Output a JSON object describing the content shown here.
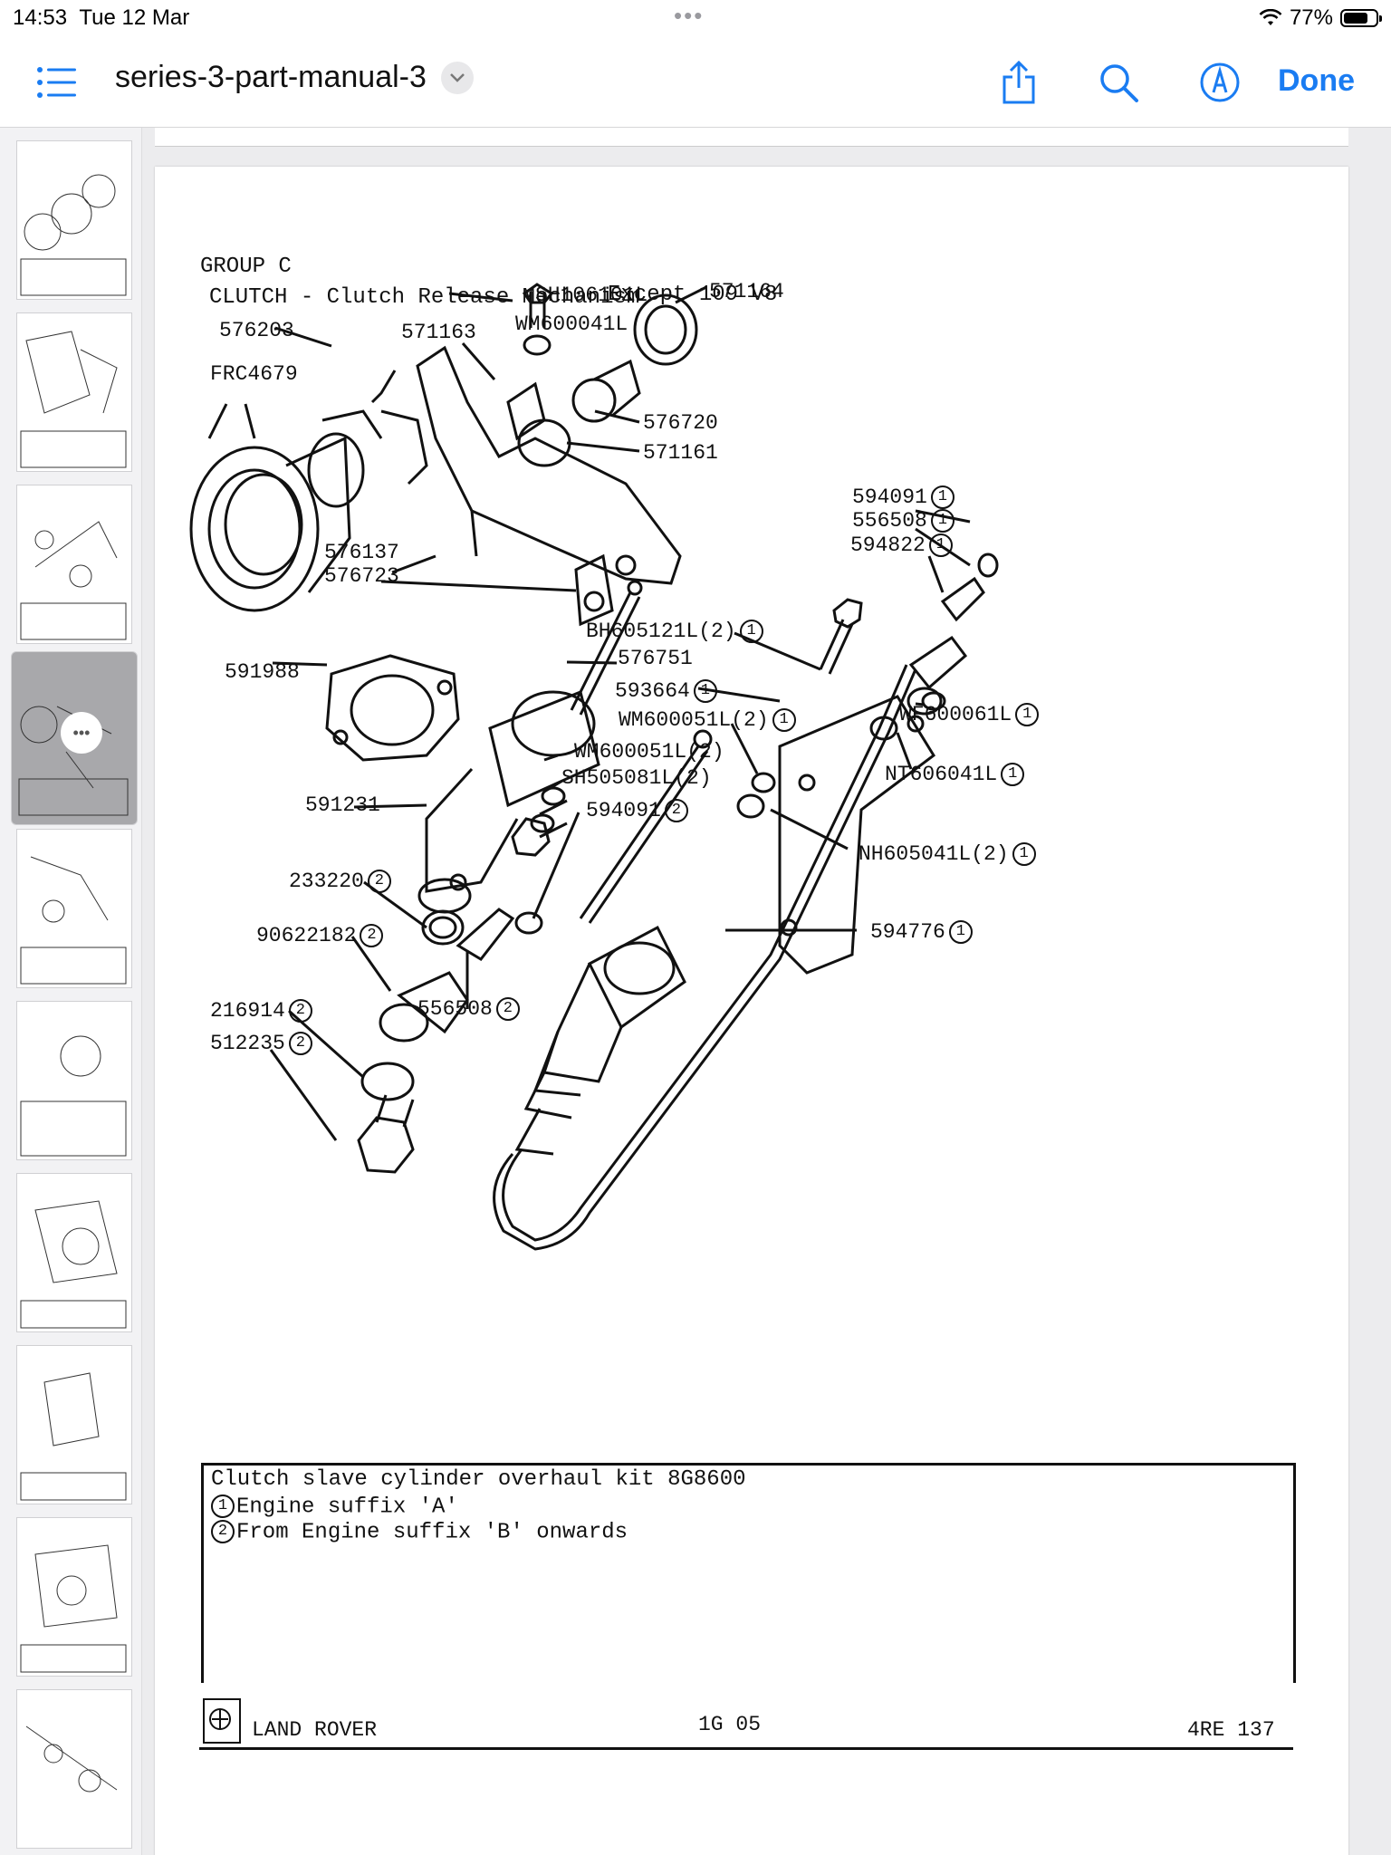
{
  "status_bar": {
    "time": "14:53",
    "date": "Tue 12 Mar",
    "battery_percent": "77%",
    "battery_level": 0.77
  },
  "nav_bar": {
    "document_title": "series-3-part-manual-3",
    "done_label": "Done",
    "icons": [
      "list-icon",
      "chevron-down-icon",
      "share-icon",
      "search-icon",
      "markup-icon"
    ]
  },
  "sidebar": {
    "thumbnail_count": 10,
    "selected_index": 3
  },
  "page": {
    "group": "GROUP C",
    "title": "CLUTCH - Clutch Release Mechanism",
    "subtitle": "Except 109 V8",
    "parts": [
      {
        "number": "SH106101L",
        "mark": ""
      },
      {
        "number": "571164",
        "mark": ""
      },
      {
        "number": "576203",
        "mark": ""
      },
      {
        "number": "571163",
        "mark": ""
      },
      {
        "number": "WM600041L",
        "mark": ""
      },
      {
        "number": "FRC4679",
        "mark": ""
      },
      {
        "number": "576720",
        "mark": ""
      },
      {
        "number": "571161",
        "mark": ""
      },
      {
        "number": "594091",
        "mark": "1"
      },
      {
        "number": "556508",
        "mark": "1"
      },
      {
        "number": "594822",
        "mark": "1"
      },
      {
        "number": "576137",
        "mark": ""
      },
      {
        "number": "576723",
        "mark": ""
      },
      {
        "number": "BH605121L(2)",
        "mark": "1"
      },
      {
        "number": "576751",
        "mark": ""
      },
      {
        "number": "591988",
        "mark": ""
      },
      {
        "number": "593664",
        "mark": "1"
      },
      {
        "number": "WM600051L(2)",
        "mark": "1"
      },
      {
        "number": "WF600061L",
        "mark": "1"
      },
      {
        "number": "WM600051L(2)",
        "mark": ""
      },
      {
        "number": "SH505081L(2)",
        "mark": ""
      },
      {
        "number": "NT606041L",
        "mark": "1"
      },
      {
        "number": "591231",
        "mark": ""
      },
      {
        "number": "594091",
        "mark": "2"
      },
      {
        "number": "NH605041L(2)",
        "mark": "1"
      },
      {
        "number": "233220",
        "mark": "2"
      },
      {
        "number": "594776",
        "mark": "1"
      },
      {
        "number": "90622182",
        "mark": "2"
      },
      {
        "number": "216914",
        "mark": "2"
      },
      {
        "number": "556508",
        "mark": "2"
      },
      {
        "number": "512235",
        "mark": "2"
      }
    ],
    "notes": {
      "line1": "Clutch slave cylinder overhaul kit 8G8600",
      "line2_mark": "1",
      "line2": "Engine suffix 'A'",
      "line3_mark": "2",
      "line3": "From Engine suffix 'B' onwards"
    },
    "footer": {
      "brand": "LAND ROVER",
      "page_code": "1G 05",
      "ref": "4RE 137"
    }
  },
  "colors": {
    "accent": "#1a7cf2",
    "ink": "#111111",
    "sidebar_bg": "#f2f2f4"
  }
}
